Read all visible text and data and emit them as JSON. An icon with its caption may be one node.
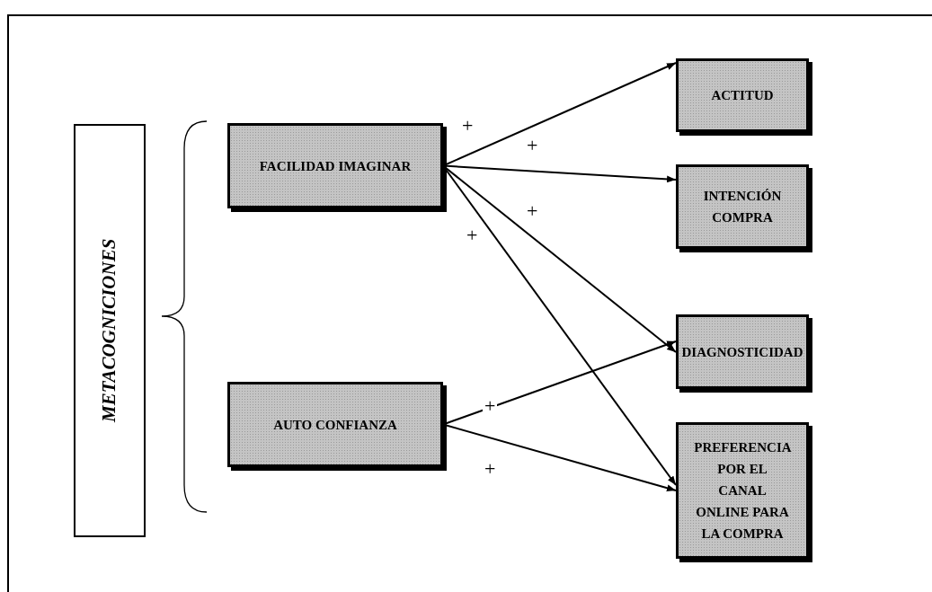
{
  "diagram": {
    "nodes": [
      {
        "text": [
          "METACOGNICIONES"
        ]
      },
      {
        "text": [
          "FACILIDAD IMAGINAR"
        ]
      },
      {
        "text": [
          "AUTO CONFIANZA"
        ]
      },
      {
        "text": [
          "ACTITUD"
        ]
      },
      {
        "text": [
          "INTENCIÓN COMPRA"
        ]
      },
      {
        "text": [
          "DIAGNOSTICIDAD"
        ]
      },
      {
        "text": [
          "PREFERENCIA POR EL CANAL ONLINE PARA LA COMPRA"
        ]
      }
    ],
    "edges": [
      {
        "from": 1,
        "to": 3,
        "arrow": "to",
        "label": "+"
      },
      {
        "from": 1,
        "to": 4,
        "arrow": "to",
        "label": "+"
      },
      {
        "from": 1,
        "to": 5,
        "arrow": "to",
        "label": "+"
      },
      {
        "from": 1,
        "to": 6,
        "arrow": "to",
        "label": "+"
      },
      {
        "from": 2,
        "to": 5,
        "arrow": "to",
        "label": "+"
      },
      {
        "from": 2,
        "to": 6,
        "arrow": "to",
        "label": "+"
      }
    ]
  }
}
